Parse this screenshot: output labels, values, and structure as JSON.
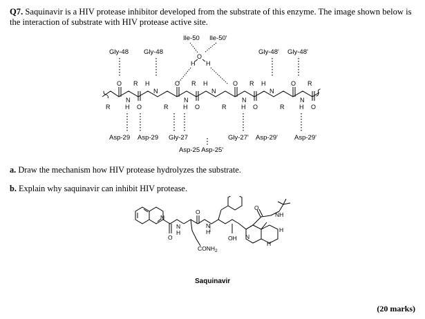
{
  "question": {
    "number": "Q7.",
    "text": "Saquinavir is a HIV protease inhibitor developed from the substrate of this enzyme. The image shown below is the interaction of substrate with HIV protease active site."
  },
  "diagram1": {
    "top_labels": [
      "Ile-50",
      "Ile-50'"
    ],
    "upper_labels": [
      "Gly-48",
      "Gly-48",
      "Gly-48'",
      "Gly-48'"
    ],
    "water_atoms": [
      "O",
      "H",
      "H"
    ],
    "lower_labels": [
      "Asp-29",
      "Asp-29",
      "Gly-27",
      "Gly-27'",
      "Asp-29'",
      "Asp-29'"
    ],
    "bottom_label": "Asp-25 Asp-25'",
    "atoms": {
      "O": "O",
      "H": "H",
      "N": "N",
      "R": "R"
    }
  },
  "parts": [
    {
      "letter": "a.",
      "text": "Draw the mechanism how HIV protease hydrolyzes the substrate."
    },
    {
      "letter": "b.",
      "text": "Explain why saquinavir can inhibit HIV protease."
    }
  ],
  "diagram2": {
    "caption": "Saquinavir",
    "atoms": {
      "N": "N",
      "O": "O",
      "H": "H",
      "NH": "NH",
      "OH": "OH",
      "CONH2": "CONH",
      "sub2": "2"
    }
  },
  "marks": "(20 marks)"
}
